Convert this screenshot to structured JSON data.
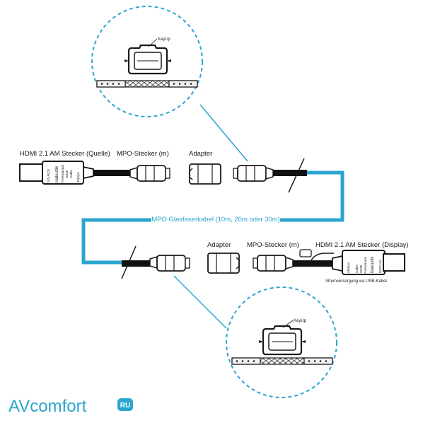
{
  "top_row": {
    "hdmi_label": "HDMI 2.1 AM Stecker (Quelle)",
    "mpo_label": "MPO-Stecker (m)",
    "adapter_label": "Adapter",
    "plug_side": "SOURCE",
    "plug_brand": "inakustik",
    "plug_line1": "Professional",
    "plug_line2": "HDMI",
    "plug_line3": "Cable",
    "plug_small": "49(6)xx"
  },
  "fiber_label": "MPO Glasfaserkabel (10m, 20m oder 30m)",
  "bottom_row": {
    "adapter_label": "Adapter",
    "mpo_label": "MPO-Stecker (m)",
    "hdmi_label": "HDMI 2.1 AM Stecker (Display)",
    "power_label": "Stromversorgung via USB-Kabel",
    "plug_side": "DISPLAY",
    "plug_brand": "inakustik",
    "plug_line1": "Professional",
    "plug_line2": "HDMI",
    "plug_line3": "Cable",
    "plug_small": "49(6)xx"
  },
  "detail_top": {
    "keyup_label": "KeyUp"
  },
  "detail_bottom": {
    "keyup_label": "KeyUp"
  },
  "logo": {
    "text": "AVcomfort",
    "badge": "RU"
  },
  "colors": {
    "accent": "#2aa5cf",
    "line": "#1a1a1a",
    "cable": "#111111"
  }
}
